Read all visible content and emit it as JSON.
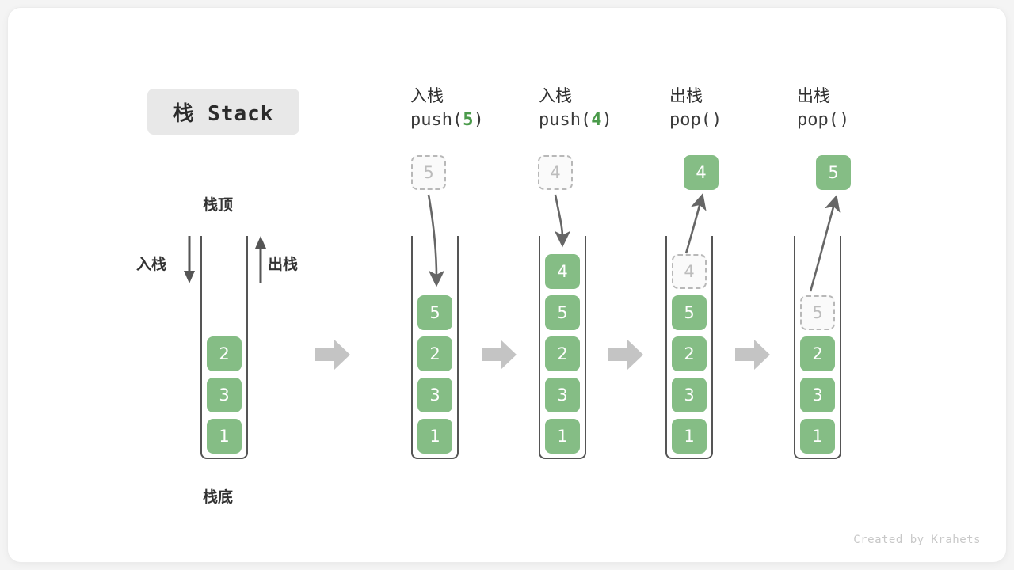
{
  "title_badge": {
    "label": "栈 Stack"
  },
  "left_diagram": {
    "top_label": "栈顶",
    "bottom_label": "栈底",
    "push_label": "入栈",
    "pop_label": "出栈",
    "cells": [
      "2",
      "3",
      "1"
    ]
  },
  "columns": [
    {
      "id": "push-5",
      "head_cn": "入栈",
      "head_code_prefix": "push(",
      "head_code_num": "5",
      "head_code_suffix": ")",
      "floating_cell": {
        "value": "5",
        "style": "ghost"
      },
      "cells": [
        {
          "value": "5",
          "style": "filled"
        },
        {
          "value": "2",
          "style": "filled"
        },
        {
          "value": "3",
          "style": "filled"
        },
        {
          "value": "1",
          "style": "filled"
        }
      ]
    },
    {
      "id": "push-4",
      "head_cn": "入栈",
      "head_code_prefix": "push(",
      "head_code_num": "4",
      "head_code_suffix": ")",
      "floating_cell": {
        "value": "4",
        "style": "ghost"
      },
      "cells": [
        {
          "value": "4",
          "style": "filled"
        },
        {
          "value": "5",
          "style": "filled"
        },
        {
          "value": "2",
          "style": "filled"
        },
        {
          "value": "3",
          "style": "filled"
        },
        {
          "value": "1",
          "style": "filled"
        }
      ]
    },
    {
      "id": "pop-4",
      "head_cn": "出栈",
      "head_code_prefix": "pop(",
      "head_code_num": "",
      "head_code_suffix": ")",
      "floating_cell": {
        "value": "4",
        "style": "filled"
      },
      "cells": [
        {
          "value": "4",
          "style": "ghost"
        },
        {
          "value": "5",
          "style": "filled"
        },
        {
          "value": "2",
          "style": "filled"
        },
        {
          "value": "3",
          "style": "filled"
        },
        {
          "value": "1",
          "style": "filled"
        }
      ]
    },
    {
      "id": "pop-5",
      "head_cn": "出栈",
      "head_code_prefix": "pop(",
      "head_code_num": "",
      "head_code_suffix": ")",
      "floating_cell": {
        "value": "5",
        "style": "filled"
      },
      "cells": [
        {
          "value": "5",
          "style": "ghost"
        },
        {
          "value": "2",
          "style": "filled"
        },
        {
          "value": "3",
          "style": "filled"
        },
        {
          "value": "1",
          "style": "filled"
        }
      ]
    }
  ],
  "separator_arrows": [
    "step-arrow-1",
    "step-arrow-2",
    "step-arrow-3",
    "step-arrow-4"
  ],
  "credit": "Created by Krahets",
  "colors": {
    "cell_green": "#85bd85",
    "code_green": "#4a9a4a",
    "ghost_border": "#b8b8b8",
    "ghost_fill": "#fafafa",
    "stack_border": "#555555",
    "separator_gray": "#c4c4c4",
    "badge_bg": "#e8e8e8",
    "card_bg": "#ffffff",
    "page_bg": "#f4f4f4"
  }
}
